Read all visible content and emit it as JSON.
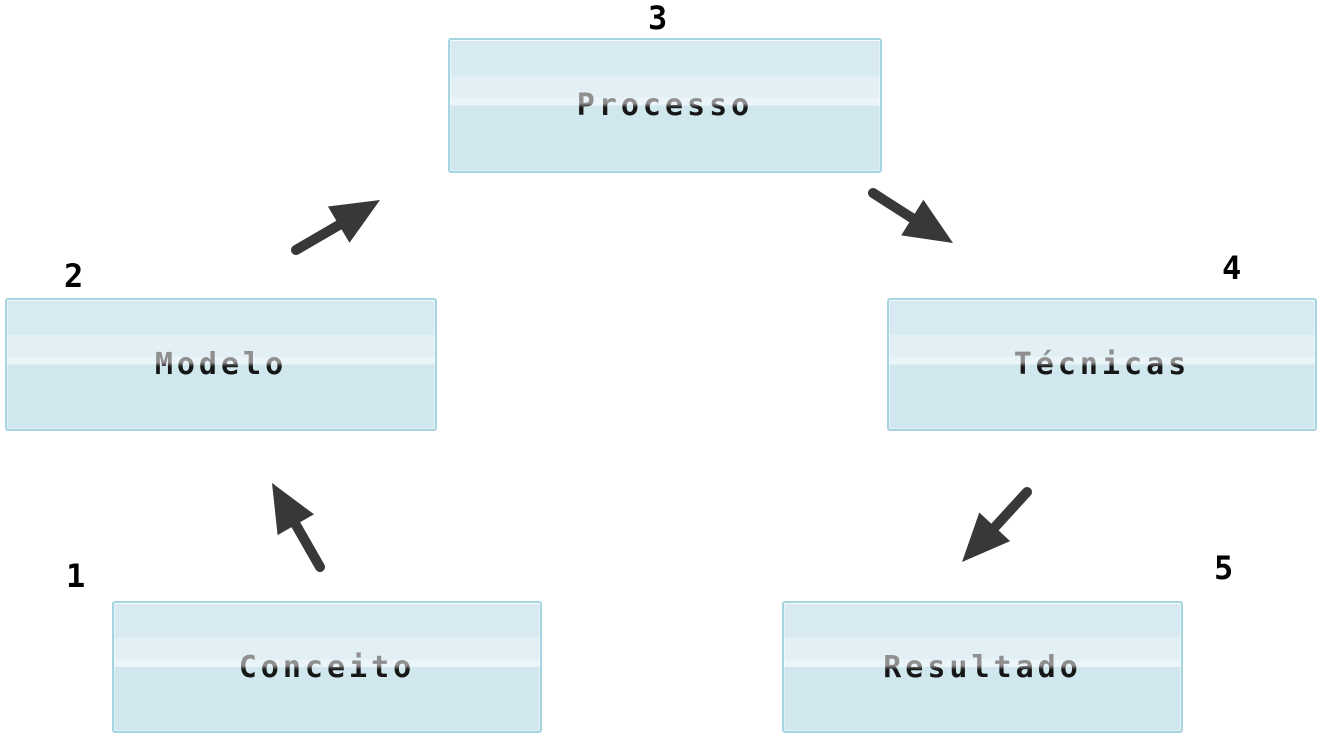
{
  "diagram": {
    "title": "Process flow diagram",
    "language": "pt",
    "colors": {
      "background": "#ffffff",
      "node_border": "#a5d5e0",
      "node_fill_top": "#d8eaf1",
      "node_fill_gloss": "#ebf5f9",
      "node_fill_bottom": "#cfe7ed",
      "label_text": "#2b2b2b",
      "number_text": "#000000",
      "arrow": "#383838"
    },
    "nodes": [
      {
        "number": "1",
        "label": "Conceito"
      },
      {
        "number": "2",
        "label": "Modelo"
      },
      {
        "number": "3",
        "label": "Processo"
      },
      {
        "number": "4",
        "label": "Técnicas"
      },
      {
        "number": "5",
        "label": "Resultado"
      }
    ],
    "edges": [
      {
        "from": "Conceito",
        "to": "Modelo"
      },
      {
        "from": "Modelo",
        "to": "Processo"
      },
      {
        "from": "Processo",
        "to": "Técnicas"
      },
      {
        "from": "Técnicas",
        "to": "Resultado"
      }
    ]
  }
}
